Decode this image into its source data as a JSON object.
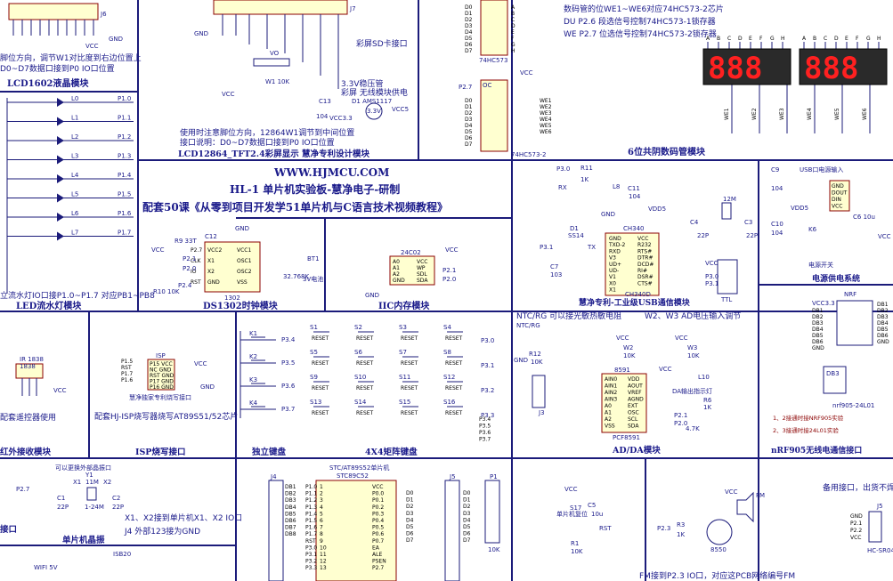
{
  "header": {
    "url": "WWW.HJMCU.COM",
    "board": "HL-1 单片机实验板-慧净电子-研制",
    "course": "配套50课《从零到项目开发学51单片机与C语言技术视频教程》"
  },
  "lcd1602": {
    "label": "LCD1602液晶模块",
    "note1": "脚位方向，调节W1对比度到右边位置上",
    "note2": "D0~D7数据口接到P0 IO口位置",
    "conn": "J6",
    "gnd": "GND",
    "vcc": "VCC"
  },
  "lcd12864": {
    "label": "LCD12864_TFT2.4彩屏显示 慧净专利设计模块",
    "note1": "使用时注意脚位方向，12864W1调节到中间位置",
    "note2": "接口说明：D0~D7数据口接到P0 IO口位置",
    "sd": "彩屏SD卡接口",
    "pot": "W1 10K",
    "vo": "VO",
    "conn": "J7",
    "reg_note1": "3.3V稳压管",
    "reg_note2": "彩屏 无线模块供电",
    "reg": "D1 AMS1117",
    "c13": "C13",
    "c13v": "104",
    "vcc33": "VCC3.3",
    "vcc5": "VCC5",
    "v33": "3.3V"
  },
  "digits": {
    "label": "6位共阴数码管模块",
    "notes": [
      "数码管的位WE1~WE6对应74HC573-2芯片",
      "DU P2.6 段选信号控制74HC573-1锁存器",
      "WE P2.7 位选信号控制74HC573-2锁存器"
    ],
    "display_left": "888",
    "display_right": "888",
    "latch": "74HC573",
    "latch2": "74HC573-2",
    "we": [
      "WE1",
      "WE2",
      "WE3",
      "WE4",
      "WE5",
      "WE6"
    ],
    "data": [
      "D0",
      "D1",
      "D2",
      "D3",
      "D4",
      "D5",
      "D6",
      "D7"
    ],
    "segs": [
      "A",
      "B",
      "C",
      "D",
      "E",
      "F",
      "G",
      "H"
    ],
    "p27": "P2.7",
    "oc": "OC",
    "le": "LE",
    "gnd": "GND",
    "vcc": "VCC"
  },
  "leds": {
    "label": "LED流水灯模块",
    "note": "立流水灯IO口接P1.0~P1.7 对应PB1~PB8",
    "lines": [
      "L0",
      "L1",
      "L2",
      "L3",
      "L4",
      "L5",
      "L6",
      "L7"
    ],
    "ports": [
      "P1.0",
      "P1.1",
      "P1.2",
      "P1.3",
      "P1.4",
      "P1.5",
      "P1.6",
      "P1.7"
    ]
  },
  "ds1302": {
    "label": "DS1302时钟模块",
    "chip": "1302",
    "pins_l": [
      "VCC2",
      "X1",
      "X2",
      "GND"
    ],
    "pins_r": [
      "VCC1",
      "OSC1",
      "OSC2",
      "VSS"
    ],
    "sigs": [
      "P2.7",
      "CLK",
      "IO",
      "RST"
    ],
    "r9": "R9 33T",
    "c12": "C12",
    "r10": "R10 10K",
    "bat": "BT1",
    "bat_v": "3V电池",
    "xtal": "32.768K",
    "p21": "P2.1",
    "p20": "P2.0",
    "p24": "P2.4",
    "vcc": "VCC",
    "gnd": "GND"
  },
  "eeprom": {
    "label": "IIC内存模块",
    "chip": "24C02",
    "pins_l": [
      "A0",
      "A1",
      "A2",
      "GND"
    ],
    "pins_r": [
      "VCC",
      "WP",
      "SDL",
      "SDA"
    ],
    "ports": [
      "P2.1",
      "P2.0"
    ],
    "vcc": "VCC",
    "gnd": "GND"
  },
  "usb": {
    "label": "慧净专利-工业级USB通信模块",
    "chip": "CH340",
    "chip2": "CH340D",
    "pins_l": [
      "GND",
      "TXD-2",
      "RXD",
      "V3",
      "UD+",
      "UD-",
      "V1",
      "X0",
      "X1"
    ],
    "pins_r": [
      "VCC",
      "R232",
      "RTS#",
      "DTR#",
      "DCD#",
      "RI#",
      "DSR#",
      "CTS#"
    ],
    "p30": "P3.0",
    "p31": "P3.1",
    "rx": "RX",
    "tx": "TX",
    "r11": "R11",
    "r11v": "1K",
    "l8": "L8",
    "c11": "C11",
    "c11v": "104",
    "vdd5": "VDD5",
    "d1": "D1",
    "ss14": "SS14",
    "c7": "C7",
    "c7v": "103",
    "c4": "C4",
    "c3": "C3",
    "c22": "22P",
    "xtal": "12M",
    "ttl": "TTL",
    "p30b": "P3.0",
    "p31b": "P3.1",
    "vcc": "VCC",
    "gnd": "GND"
  },
  "power": {
    "label": "电源供电系统",
    "usb_label": "USB口电源输入",
    "c9": "C9",
    "c10": "C10",
    "c104": "104",
    "c6": "C6 10u",
    "k6": "K6",
    "sw": "电源开关",
    "usb_pins": [
      "GND",
      "DOUT",
      "DIN",
      "VCC"
    ],
    "vdd5": "VDD5",
    "vcc": "VCC"
  },
  "nrf": {
    "label": "nRF905无线电通信接口",
    "conn": "NRF",
    "vcc33": "VCC3.3",
    "pins": [
      "DB1",
      "DB2",
      "DB3",
      "DB4",
      "DB5",
      "DB6",
      "GND"
    ],
    "sig": [
      "DB1",
      "DB2",
      "DB3",
      "DB4",
      "DB5",
      "DB6"
    ],
    "gnd": "GND",
    "db3": "DB3",
    "note1": "1、2接通时接NRF905实验",
    "note2": "2、3接通时接24L01实验",
    "mod": "nrf905-24L01"
  },
  "ir": {
    "label": "红外接收模块",
    "chip": "IR 1838",
    "chip2": "1838",
    "note": "配套遥控器使用",
    "vcc": "VCC"
  },
  "isp": {
    "label": "ISP烧写接口",
    "conn": "ISP",
    "pins_l": [
      "P1.5",
      "RST",
      "P1.7",
      "P1.6"
    ],
    "pins_r": [
      "P15 VCC",
      "NC GND",
      "RST GND",
      "P17 GND",
      "P16 GND"
    ],
    "note": "配套HJ-ISP烧写器烧写AT89S51/52芯片",
    "note2": "慧净独家专利烧写接口",
    "vcc": "VCC",
    "gnd": "GND"
  },
  "keys": {
    "label": "独立键盘",
    "items": [
      "K1",
      "K2",
      "K3",
      "K4"
    ],
    "ports": [
      "P3.4",
      "P3.5",
      "P3.6",
      "P3.7"
    ]
  },
  "matrix": {
    "label": "4X4矩阵键盘",
    "keys": [
      "S1",
      "S2",
      "S3",
      "S4",
      "S5",
      "S6",
      "S7",
      "S8",
      "S9",
      "S10",
      "S11",
      "S12",
      "S13",
      "S14",
      "S15",
      "S16"
    ],
    "rows": [
      "P3.0",
      "P3.1",
      "P3.2",
      "P3.3"
    ],
    "cols": [
      "P3.4",
      "P3.5",
      "P3.6",
      "P3.7"
    ],
    "reset": "RESET"
  },
  "ntc": {
    "note": "NTC/RG 可以接光敏热敏电阻",
    "note2": "W2、W3 AD电压输入调节",
    "ntc": "NTC/RG",
    "r12": "R12",
    "r12v": "10K",
    "w2": "W2",
    "w3": "W3",
    "wv": "10K",
    "j3": "J3"
  },
  "adda": {
    "label": "AD/DA模块",
    "chip": "8591",
    "chip2": "PCF8591",
    "pins_l": [
      "AIN0",
      "AIN1",
      "AIN2",
      "AIN3",
      "A0",
      "A1",
      "A2",
      "VSS"
    ],
    "pins_r": [
      "VDD",
      "AOUT",
      "VREF",
      "AGND",
      "EXT",
      "OSC",
      "SCL",
      "SDA"
    ],
    "l10": "L10",
    "r6": "R6",
    "r6v": "1K",
    "led_note": "DA输出指示灯",
    "p21": "P2.1",
    "p20": "P2.0",
    "r4k7": "4.7K",
    "vcc": "VCC",
    "gnd": "GND"
  },
  "mcu": {
    "label": "STC/AT89S52单片机",
    "chip": "STC89C52",
    "j4": "J4",
    "j5": "J5",
    "p1": "P1",
    "pins_l": [
      "P1.0",
      "P1.1",
      "P1.2",
      "P1.3",
      "P1.4",
      "P1.5",
      "P1.6",
      "P1.7",
      "RST",
      "P3.0",
      "P3.1",
      "P3.2",
      "P3.3"
    ],
    "pins_r": [
      "VCC",
      "P0.0",
      "P0.1",
      "P0.2",
      "P0.3",
      "P0.4",
      "P0.5",
      "P0.6",
      "P0.7",
      "EA",
      "ALE",
      "PSEN",
      "P2.7"
    ],
    "db": [
      "DB1",
      "DB2",
      "DB3",
      "DB4",
      "DB5",
      "DB6",
      "DB7",
      "DB8"
    ],
    "d": [
      "D0",
      "D1",
      "D2",
      "D3",
      "D4",
      "D5",
      "D6",
      "D7"
    ],
    "r10k": "10K"
  },
  "xtal": {
    "label": "单片机晶振",
    "note1": "X1、X2接到单片机X1、X2 IO口",
    "note2": "J4 外部123接为GND",
    "y1": "Y1",
    "y1v": "11M",
    "y1f": "1-24M",
    "c1": "C1",
    "c2": "C2",
    "c22": "22P",
    "x1": "X1",
    "x2": "X2",
    "small": "可以更换外部晶振口"
  },
  "buzzer": {
    "note": "FM接到P2.3 IO口，对应这PCB网络编号FM",
    "fm": "FM",
    "p23": "P2.3",
    "r3": "R3",
    "r3v": "1K",
    "q": "8550",
    "vcc": "VCC"
  },
  "reset": {
    "s17": "S17",
    "r1": "R1",
    "r1v": "10K",
    "c5": "C5",
    "c5v": "10u",
    "rst": "RST",
    "vcc": "VCC",
    "note": "单片机复位"
  },
  "spare": {
    "note": "备用接口，出货不焊",
    "j5": "J5",
    "pins": [
      "GND",
      "P2.1",
      "P2.2",
      "VCC"
    ],
    "mod": "HC-SR04"
  },
  "misc": {
    "wifi": "WIFI 5V",
    "isb": "ISB20",
    "left_tag": "接口",
    "p27": "P2.7",
    "gnd": "GND",
    "vcc": "VCC"
  }
}
